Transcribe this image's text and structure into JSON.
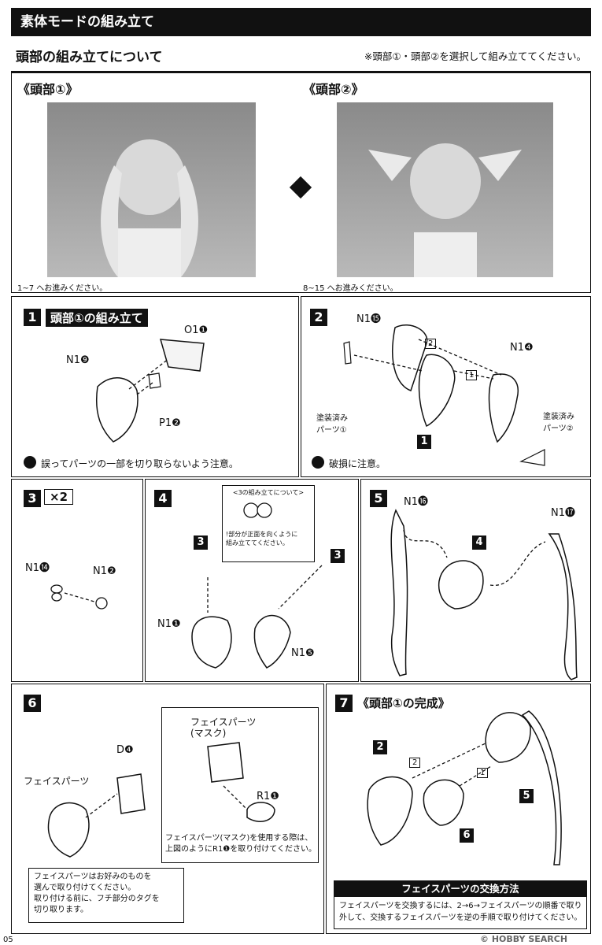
{
  "header": {
    "title": "素体モードの組み立て"
  },
  "subheader": {
    "title": "頭部の組み立てについて",
    "note": "※頭部①・頭部②を選択して組み立ててください。"
  },
  "heads": {
    "head1_title": "《頭部①》",
    "head1_caption": "1~7 へお進みください。",
    "head2_title": "《頭部②》",
    "head2_caption": "8~15 へお進みください。"
  },
  "step1": {
    "num": "1",
    "title": "頭部①の組み立て",
    "parts": [
      "O1❶",
      "N1❾",
      "P1❷"
    ],
    "note": "誤ってパーツの一部を切り取らないよう注意。"
  },
  "step2": {
    "num": "2",
    "parts": [
      "N1⓯",
      "N1❹"
    ],
    "arrow_labels": [
      "2",
      "1"
    ],
    "painted1": "塗装済み\nパーツ①",
    "painted2": "塗装済み\nパーツ②",
    "sub_step": "1",
    "note": "破損に注意。"
  },
  "step3": {
    "num": "3",
    "mult": "×2",
    "parts": [
      "N1⓮",
      "N1❷"
    ]
  },
  "step4": {
    "num": "4",
    "callout_title": "<3の組み立てについて>",
    "callout_text": "!部分が正面を向くように\n組み立ててください。",
    "sub_step": "3",
    "parts": [
      "N1❶",
      "N1❺"
    ]
  },
  "step5": {
    "num": "5",
    "sub_step": "4",
    "parts": [
      "N1⓰",
      "N1⓱"
    ]
  },
  "step6": {
    "num": "6",
    "parts": [
      "D❹",
      "R1❶"
    ],
    "face_label": "フェイスパーツ",
    "mask_label": "フェイスパーツ\n(マスク)",
    "mask_note": "フェイスパーツ(マスク)を使用する際は、\n上図のようにR1❶を取り付けてください。",
    "face_note": "フェイスパーツはお好みのものを\n選んで取り付けてください。\n取り付ける前に、フチ部分のタグを\n切り取ります。"
  },
  "step7": {
    "num": "7",
    "title": "《頭部①の完成》",
    "sub_steps": [
      "2",
      "6",
      "5"
    ],
    "arrow_labels": [
      "2",
      "1"
    ],
    "exchange_title": "フェイスパーツの交換方法",
    "exchange_text": "フェイスパーツを交換するには、2→6→フェイスパーツの順番で取り\n外して、交換するフェイスパーツを逆の手順で取り付けてください。"
  },
  "footer": {
    "page": "05",
    "watermark": "© HOBBY SEARCH"
  }
}
